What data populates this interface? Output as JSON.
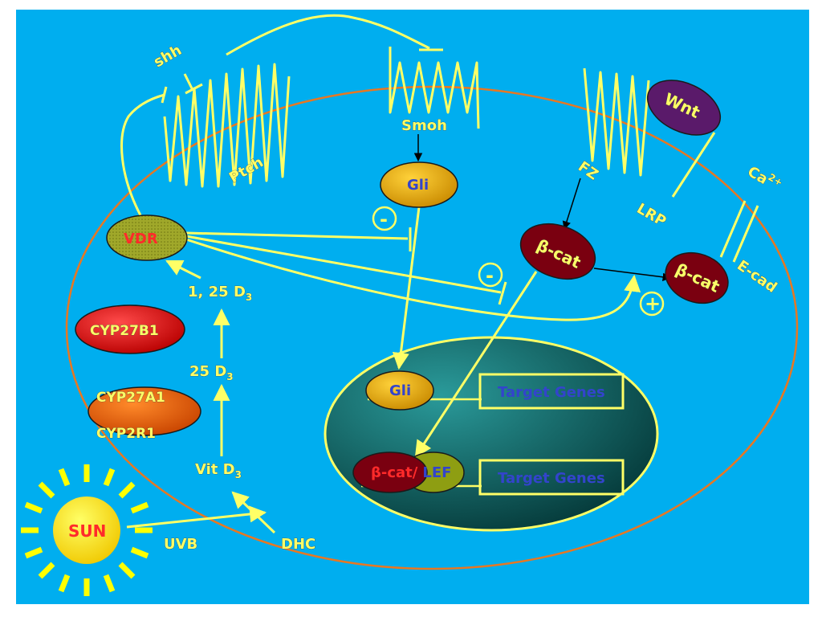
{
  "colors": {
    "background": "#00aeef",
    "membrane": "#e87722",
    "pathway_line": "#ffff66",
    "nucleus_fill": "#0b6e6e",
    "vdr_fill": "#9aa020",
    "gli_fill": "#f0b400",
    "bcat_fill": "#7a0010",
    "wnt_fill": "#5a1a6a",
    "cyp_fill": "#e00000",
    "cyp27a1_fill": "#e85a00",
    "sun_fill": "#ffe600"
  },
  "labels": {
    "shh": "shh",
    "ptch": "Ptch",
    "smoh": "Smoh",
    "gli": "Gli",
    "gli_nucleus": "Gli",
    "fz": "FZ",
    "wnt": "Wnt",
    "lrp": "LRP",
    "ca": "Ca",
    "ca_sup": "2+",
    "ecad": "E-cad",
    "bcat1": "β-cat",
    "bcat2": "β-cat",
    "bcat_lef_a": "β-cat/",
    "bcat_lef_b": "LEF",
    "target_genes_1": "Target Genes",
    "target_genes_2": "Target Genes",
    "vdr": "VDR",
    "d3_125": "1, 25 D",
    "d3_125_sub": "3",
    "cyp27b1": "CYP27B1",
    "d3_25": "25 D",
    "d3_25_sub": "3",
    "cyp27a1": "CYP27A1",
    "cyp2r1": "CYP2R1",
    "vitd3": "Vit D",
    "vitd3_sub": "3",
    "sun": "SUN",
    "uvb": "UVB",
    "dhc": "DHC",
    "minus1": "-",
    "minus2": "-",
    "plus": "+"
  }
}
